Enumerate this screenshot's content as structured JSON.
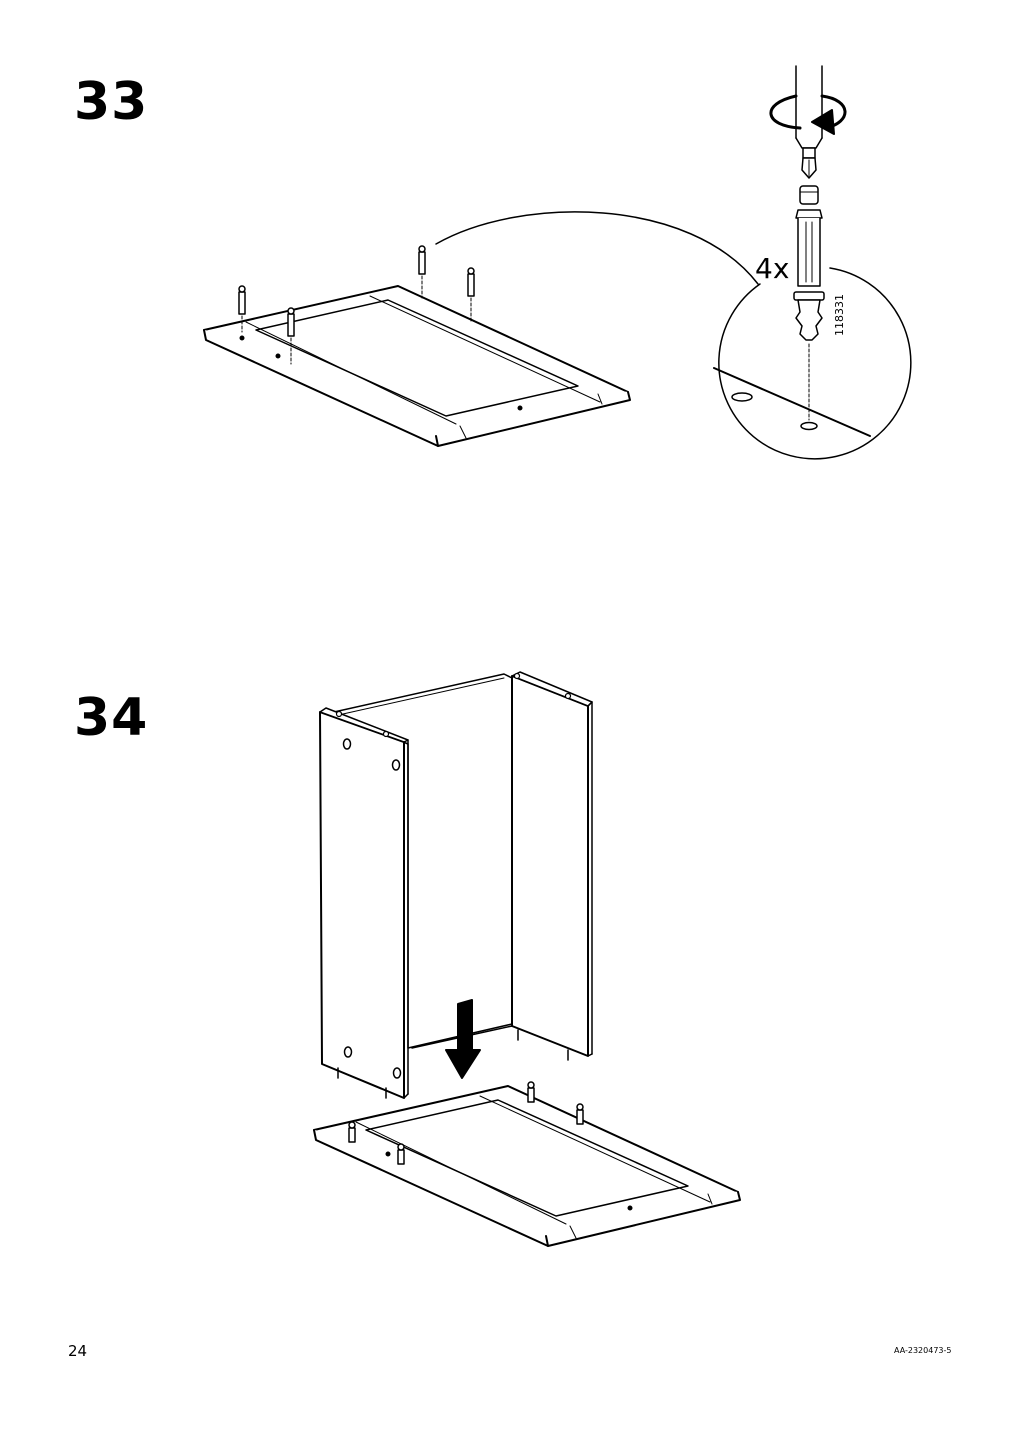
{
  "steps": [
    {
      "number": "33",
      "quantity": "4x",
      "part_number": "118331"
    },
    {
      "number": "34"
    }
  ],
  "footer": {
    "page_number": "24",
    "document_code": "AA-2320473-5"
  }
}
